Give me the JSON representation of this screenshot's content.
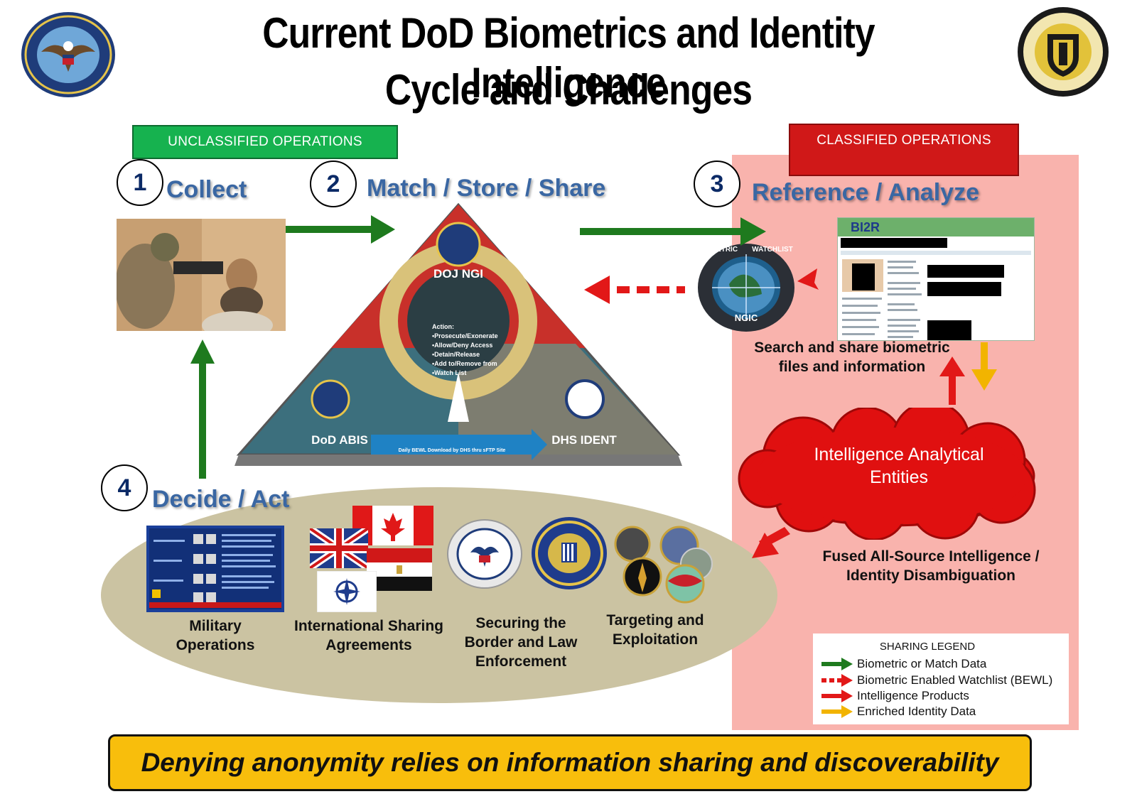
{
  "title": {
    "line1": "Current DoD Biometrics and Identity Intelligence",
    "line2": "Cycle and Challenges"
  },
  "banners": {
    "unclassified": "UNCLASSIFIED OPERATIONS",
    "classified": "CLASSIFIED OPERATIONS"
  },
  "steps": [
    {
      "number": "1",
      "label": "Collect"
    },
    {
      "number": "2",
      "label": "Match / Store / Share"
    },
    {
      "number": "3",
      "label": "Reference / Analyze"
    },
    {
      "number": "4",
      "label": "Decide / Act"
    }
  ],
  "triangle": {
    "top": "DOJ NGI",
    "left": "DoD ABIS",
    "right": "DHS IDENT",
    "action_title": "Action:",
    "actions": [
      "•Prosecute/Exonerate",
      "•Allow/Deny Access",
      "•Detain/Release",
      "•Add to/Remove from",
      "•Watch List"
    ],
    "daily_bewl": "Daily BEWL Download by DHS thru sFTP Site"
  },
  "reference": {
    "bi2r_label": "BI2R",
    "ngic_seal": [
      "BIOMETRIC",
      "WATCHLIST",
      "NGIC"
    ],
    "search_caption": "Search and share biometric files and information",
    "cloud_text": "Intelligence Analytical Entities",
    "fused_caption": "Fused All-Source Intelligence / Identity Disambiguation"
  },
  "decide": {
    "items": [
      "Military Operations",
      "International Sharing Agreements",
      "Securing the Border and Law Enforcement",
      "Targeting and Exploitation"
    ]
  },
  "legend": {
    "title": "SHARING LEGEND",
    "items": [
      {
        "label": "Biometric or Match Data",
        "color": "#1e7a1e",
        "style": "solid"
      },
      {
        "label": "Biometric Enabled Watchlist (BEWL)",
        "color": "#e21818",
        "style": "dotted"
      },
      {
        "label": "Intelligence Products",
        "color": "#e21818",
        "style": "solid"
      },
      {
        "label": "Enriched Identity Data",
        "color": "#f2b400",
        "style": "solid"
      }
    ]
  },
  "footer": "Denying anonymity relies on information sharing and discoverability",
  "colors": {
    "classified_bg": "#f9b3ad",
    "unclassified_banner": "#16b24f",
    "classified_banner": "#d01818",
    "ellipse": "#cbc3a2",
    "cloud": "#e01010",
    "footer_bg": "#f8be0c",
    "title_blue": "#3a67a3"
  }
}
